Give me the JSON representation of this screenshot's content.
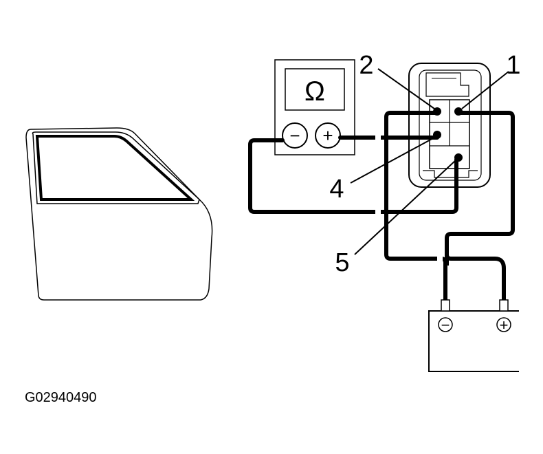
{
  "figure_code": "G02940490",
  "ohmmeter": {
    "display_symbol": "Ω",
    "negative_symbol": "−",
    "positive_symbol": "+"
  },
  "battery": {
    "negative_symbol": "−",
    "positive_symbol": "+"
  },
  "terminal_labels": {
    "t1": "1",
    "t2": "2",
    "t4": "4",
    "t5": "5"
  }
}
